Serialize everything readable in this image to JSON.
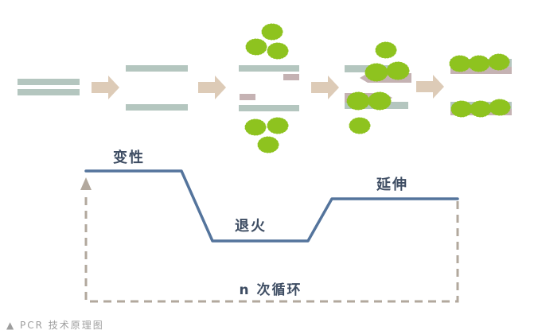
{
  "figure": {
    "caption": "▲ PCR 技术原理图"
  },
  "chart": {
    "denaturation_label": "变性",
    "annealing_label": "退火",
    "extension_label": "延伸",
    "cycles_label": "n 次循环"
  },
  "colors": {
    "dna_strand": "#b4c6bf",
    "flow_arrow": "#ddcbb7",
    "primer": "#c5b2b3",
    "polymerase": "#8ec31f",
    "temp_line": "#54749c",
    "label_text": "#3e4d63",
    "cycle_dash": "#b2a89d",
    "caption_text": "#9e9e9e"
  }
}
